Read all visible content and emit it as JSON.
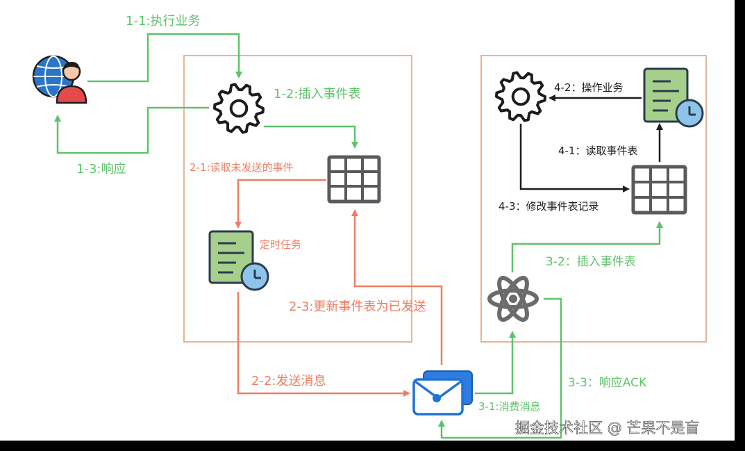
{
  "colors": {
    "green": "#5dc36a",
    "salmon": "#ee7e62",
    "orange_box": "#e0a37a",
    "dark": "#1c1c1c",
    "blue": "#1f74d6",
    "doc_green": "#a6cf8b"
  },
  "labels": {
    "step_1_1": "1-1:执行业务",
    "step_1_2": "1-2:插入事件表",
    "step_1_3": "1-3:响应",
    "step_2_1": "2-1:读取未发送的事件",
    "step_2_2": "2-2:发送消息",
    "step_2_3": "2-3:更新事件表为已发送",
    "scheduled_task": "定时任务",
    "step_3_1": "3-1:消费消息",
    "step_3_2": "3-2：插入事件表",
    "step_3_3": "3-3：响应ACK",
    "step_4_1": "4-1：读取事件表",
    "step_4_2": "4-2：操作业务",
    "step_4_3": "4-3：修改事件表记录"
  },
  "watermark": "掘金技术社区 @ 芒果不是盲"
}
